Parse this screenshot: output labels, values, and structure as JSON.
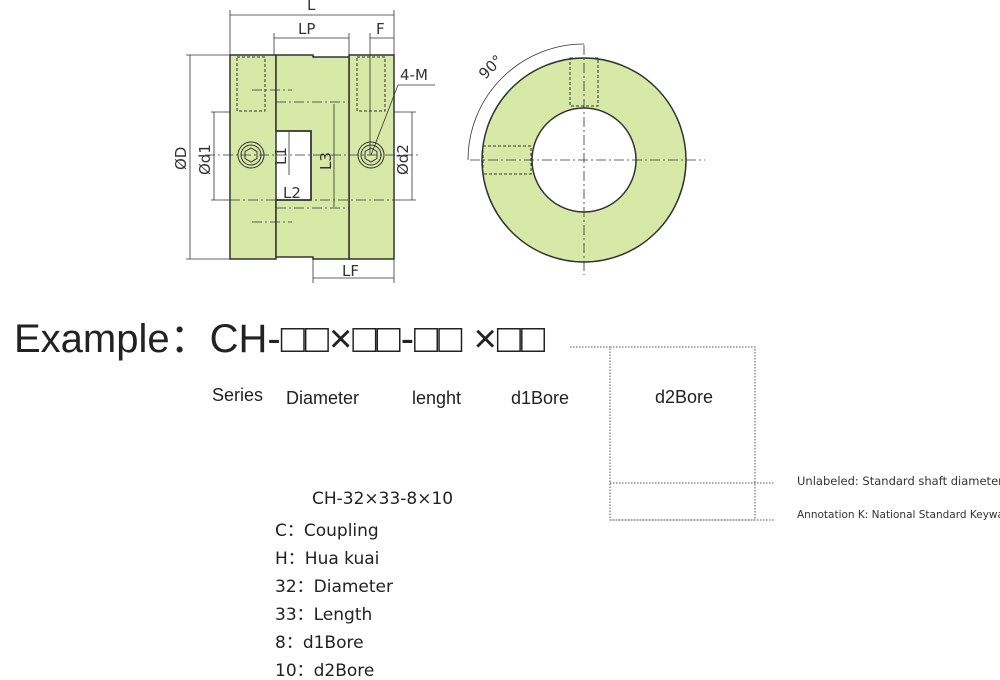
{
  "drawing": {
    "fill_color": "#d8e8a6",
    "dim_labels": {
      "L": "L",
      "LP": "LP",
      "F": "F",
      "M": "4-M",
      "D": "ØD",
      "d1": "Ød1",
      "d2": "Ød2",
      "L1": "L1",
      "L2": "L2",
      "L3": "L3",
      "LF": "LF",
      "angle": "90°"
    }
  },
  "example": {
    "title": "Example：CH-□□×□□-□□  ×□□",
    "labels": [
      "Series",
      "Diameter",
      "lenght",
      "d1Bore",
      "d2Bore"
    ]
  },
  "notes": {
    "unlabeled": "Unlabeled: Standard shaft diameter",
    "annotation_k": "Annotation K: National Standard Keyway"
  },
  "sample": {
    "code": "CH-32×33-8×10",
    "items": [
      "C：Coupling",
      "H：Hua kuai",
      "32：Diameter",
      "33：Length",
      "8：d1Bore",
      "10：d2Bore"
    ]
  }
}
